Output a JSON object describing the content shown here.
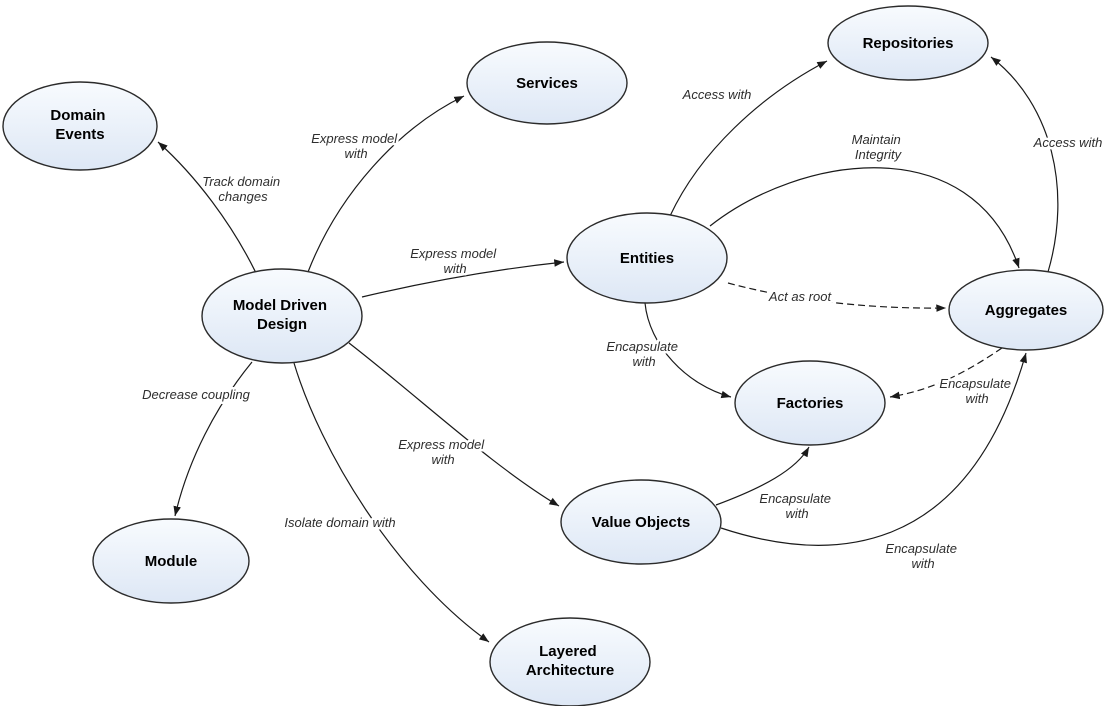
{
  "diagram": {
    "title": "Domain Driven Design concept map",
    "colors": {
      "background": "#ffffff",
      "node_fill_top": "#f8fbfe",
      "node_fill_bottom": "#dde7f5",
      "node_stroke": "#2b2b2b",
      "edge_stroke": "#1a1a1a"
    },
    "nodes": [
      {
        "id": "domain-events",
        "label": "Domain Events",
        "lines": [
          "Domain",
          "Events"
        ]
      },
      {
        "id": "services",
        "label": "Services",
        "lines": [
          "Services"
        ]
      },
      {
        "id": "repositories",
        "label": "Repositories",
        "lines": [
          "Repositories"
        ]
      },
      {
        "id": "model-driven-design",
        "label": "Model Driven Design",
        "lines": [
          "Model Driven",
          "Design"
        ]
      },
      {
        "id": "entities",
        "label": "Entities",
        "lines": [
          "Entities"
        ]
      },
      {
        "id": "aggregates",
        "label": "Aggregates",
        "lines": [
          "Aggregates"
        ]
      },
      {
        "id": "factories",
        "label": "Factories",
        "lines": [
          "Factories"
        ]
      },
      {
        "id": "module",
        "label": "Module",
        "lines": [
          "Module"
        ]
      },
      {
        "id": "value-objects",
        "label": "Value Objects",
        "lines": [
          "Value Objects"
        ]
      },
      {
        "id": "layered-architecture",
        "label": "Layered Architecture",
        "lines": [
          "Layered",
          "Architecture"
        ]
      }
    ],
    "edges": [
      {
        "from": "model-driven-design",
        "to": "domain-events",
        "label": "Track domain changes",
        "lines": [
          "Track domain",
          "changes"
        ],
        "style": "solid"
      },
      {
        "from": "model-driven-design",
        "to": "services",
        "label": "Express model with",
        "lines": [
          "Express model",
          "with"
        ],
        "style": "solid"
      },
      {
        "from": "model-driven-design",
        "to": "entities",
        "label": "Express model with",
        "lines": [
          "Express model",
          "with"
        ],
        "style": "solid"
      },
      {
        "from": "model-driven-design",
        "to": "value-objects",
        "label": "Express model with",
        "lines": [
          "Express model",
          "with"
        ],
        "style": "solid"
      },
      {
        "from": "model-driven-design",
        "to": "module",
        "label": "Decrease coupling",
        "lines": [
          "Decrease coupling"
        ],
        "style": "solid"
      },
      {
        "from": "model-driven-design",
        "to": "layered-architecture",
        "label": "Isolate domain with",
        "lines": [
          "Isolate domain with"
        ],
        "style": "solid"
      },
      {
        "from": "entities",
        "to": "repositories",
        "label": "Access with",
        "lines": [
          "Access with"
        ],
        "style": "solid"
      },
      {
        "from": "entities",
        "to": "aggregates",
        "label": "Maintain Integrity",
        "lines": [
          "Maintain",
          "Integrity"
        ],
        "style": "solid"
      },
      {
        "from": "aggregates",
        "to": "repositories",
        "label": "Access with",
        "lines": [
          "Access with"
        ],
        "style": "solid"
      },
      {
        "from": "entities",
        "to": "aggregates",
        "label": "Act as root",
        "lines": [
          "Act as root"
        ],
        "style": "dashed"
      },
      {
        "from": "entities",
        "to": "factories",
        "label": "Encapsulate with",
        "lines": [
          "Encapsulate",
          "with"
        ],
        "style": "solid"
      },
      {
        "from": "aggregates",
        "to": "factories",
        "label": "Encapsulate with",
        "lines": [
          "Encapsulate",
          "with"
        ],
        "style": "dashed"
      },
      {
        "from": "value-objects",
        "to": "factories",
        "label": "Encapsulate with",
        "lines": [
          "Encapsulate",
          "with"
        ],
        "style": "solid"
      },
      {
        "from": "value-objects",
        "to": "aggregates",
        "label": "Encapsulate with",
        "lines": [
          "Encapsulate",
          "with"
        ],
        "style": "solid"
      }
    ]
  }
}
